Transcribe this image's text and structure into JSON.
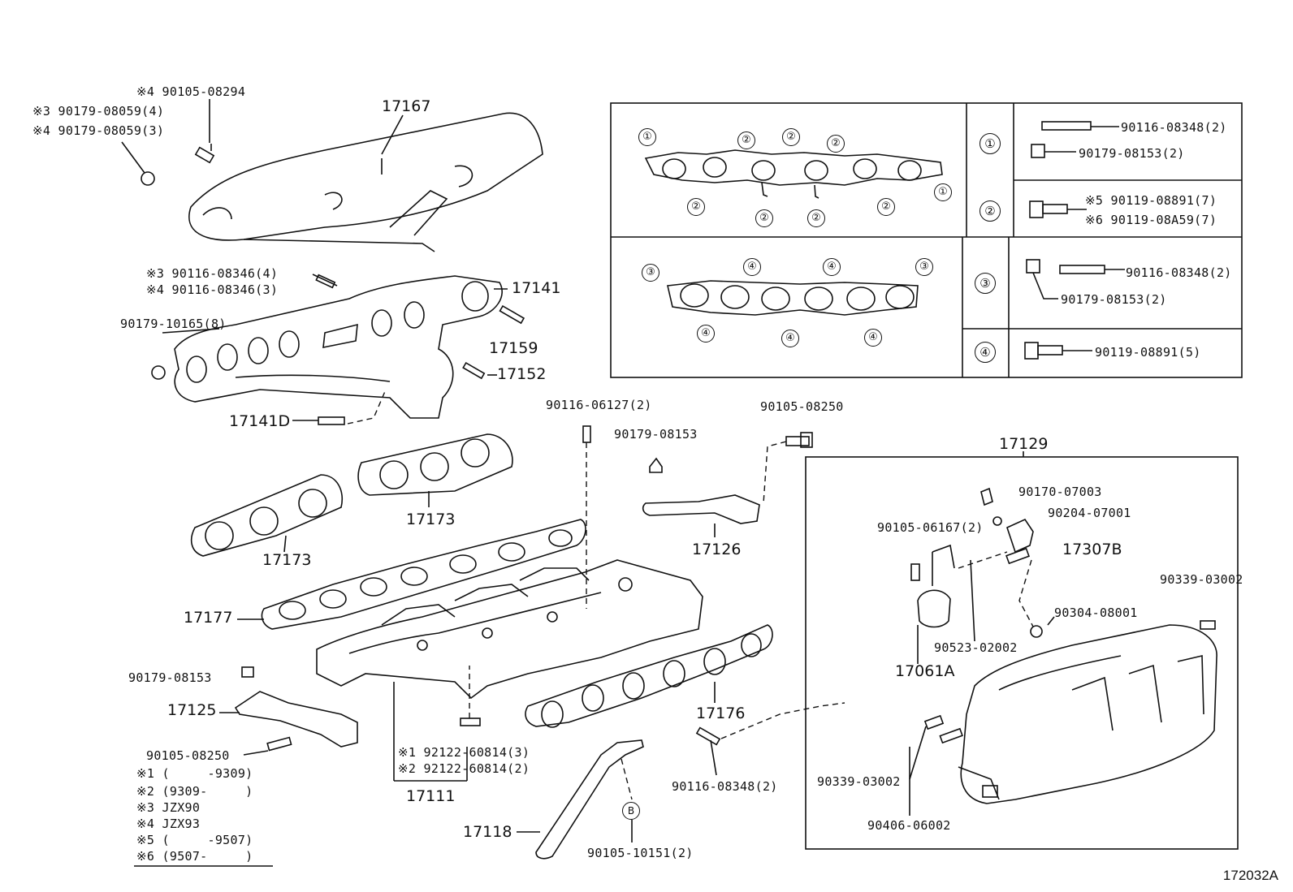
{
  "diagram_code": "172032A",
  "labels": {
    "l01": "※4 90105-08294",
    "l02": "※3 90179-08059(4)",
    "l03": "※4 90179-08059(3)",
    "l04": "17167",
    "l05": "※3 90116-08346(4)",
    "l06": "※4 90116-08346(3)",
    "l07": "17141",
    "l08": "90179-10165(8)",
    "l09": "17159",
    "l10": "17152",
    "l11": "17141D",
    "l12": "90116-06127(2)",
    "l13": "90105-08250",
    "l14": "90179-08153",
    "l15": "17173",
    "l16": "17173",
    "l17": "17126",
    "l18": "17177",
    "l19": "90179-08153",
    "l20": "17125",
    "l21": "90105-08250",
    "l22": "17176",
    "l23": "※1 92122-60814(3)",
    "l24": "※2 92122-60814(2)",
    "l25": "17111",
    "l26": "90116-08348(2)",
    "l27": "17118",
    "l28": "90105-10151(2)",
    "l29": "17129",
    "l30": "90170-07003",
    "l31": "90204-07001",
    "l32": "90105-06167(2)",
    "l33": "17307B",
    "l34": "90339-03002",
    "l35": "90304-08001",
    "l36": "90523-02002",
    "l37": "17061A",
    "l38": "90339-03002",
    "l39": "90406-06002",
    "t01": "90116-08348(2)",
    "t02": "90179-08153(2)",
    "t03": "※5 90119-08891(7)",
    "t04": "※6 90119-08A59(7)",
    "t05": "90116-08348(2)",
    "t06": "90179-08153(2)",
    "t07": "90119-08891(5)"
  },
  "callouts": {
    "c1": "①",
    "c2": "②",
    "c3": "③",
    "c4": "④",
    "cB": "B"
  },
  "footnotes": [
    "※1 (     -9309)",
    "※2 (9309-     )",
    "※3 JZX90",
    "※4 JZX93",
    "※5 (     -9507)",
    "※6 (9507-     )"
  ]
}
